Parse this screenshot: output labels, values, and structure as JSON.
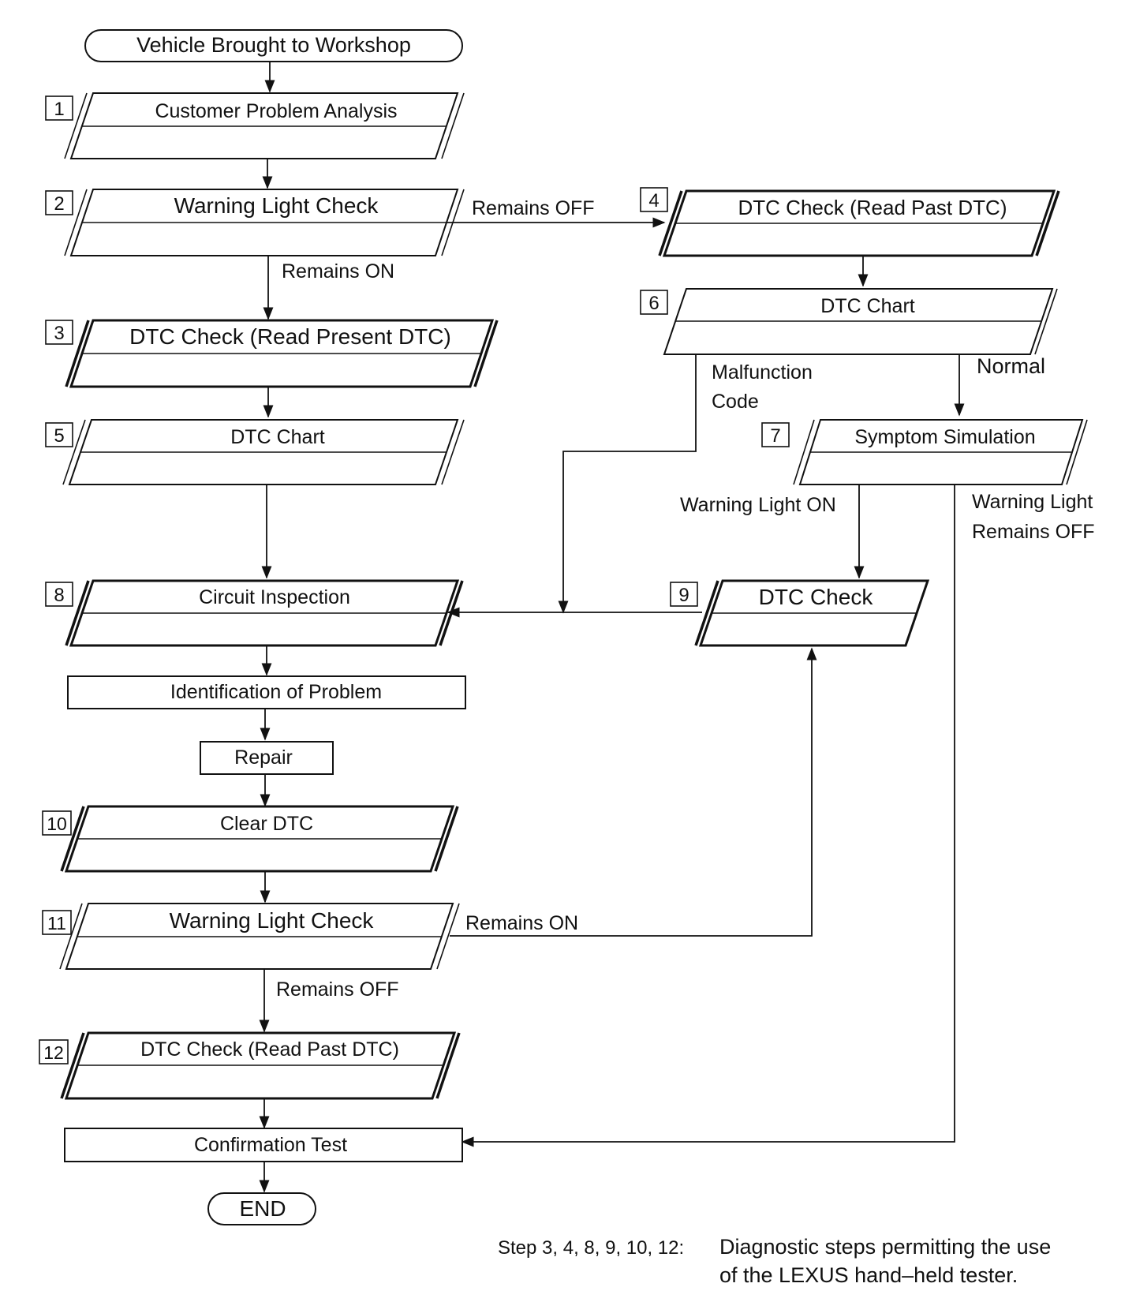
{
  "nodes": {
    "start": "Vehicle Brought to Workshop",
    "s1": {
      "num": "1",
      "label": "Customer Problem Analysis"
    },
    "s2": {
      "num": "2",
      "label": "Warning Light Check"
    },
    "s3": {
      "num": "3",
      "label": "DTC Check (Read Present DTC)"
    },
    "s4": {
      "num": "4",
      "label": "DTC Check (Read Past DTC)"
    },
    "s5": {
      "num": "5",
      "label": "DTC Chart"
    },
    "s6": {
      "num": "6",
      "label": "DTC Chart"
    },
    "s7": {
      "num": "7",
      "label": "Symptom Simulation"
    },
    "s8": {
      "num": "8",
      "label": "Circuit Inspection"
    },
    "s9": {
      "num": "9",
      "label": "DTC Check"
    },
    "identification": "Identification of Problem",
    "repair": "Repair",
    "s10": {
      "num": "10",
      "label": "Clear DTC"
    },
    "s11": {
      "num": "11",
      "label": "Warning Light Check"
    },
    "s12": {
      "num": "12",
      "label": "DTC Check (Read Past DTC)"
    },
    "confirmation": "Confirmation Test",
    "end": "END"
  },
  "edge_labels": {
    "s2_remains_off": "Remains OFF",
    "s2_remains_on": "Remains ON",
    "s6_malfunction_1": "Malfunction",
    "s6_malfunction_2": "Code",
    "s6_normal": "Normal",
    "s7_light_on": "Warning Light ON",
    "s7_light_off_1": "Warning Light",
    "s7_light_off_2": "Remains OFF",
    "s11_remains_on": "Remains ON",
    "s11_remains_off": "Remains OFF"
  },
  "footnote": {
    "steps": "Step 3, 4, 8, 9, 10, 12:",
    "line1": "Diagnostic steps permitting the use",
    "line2": "of the LEXUS hand–held tester."
  }
}
